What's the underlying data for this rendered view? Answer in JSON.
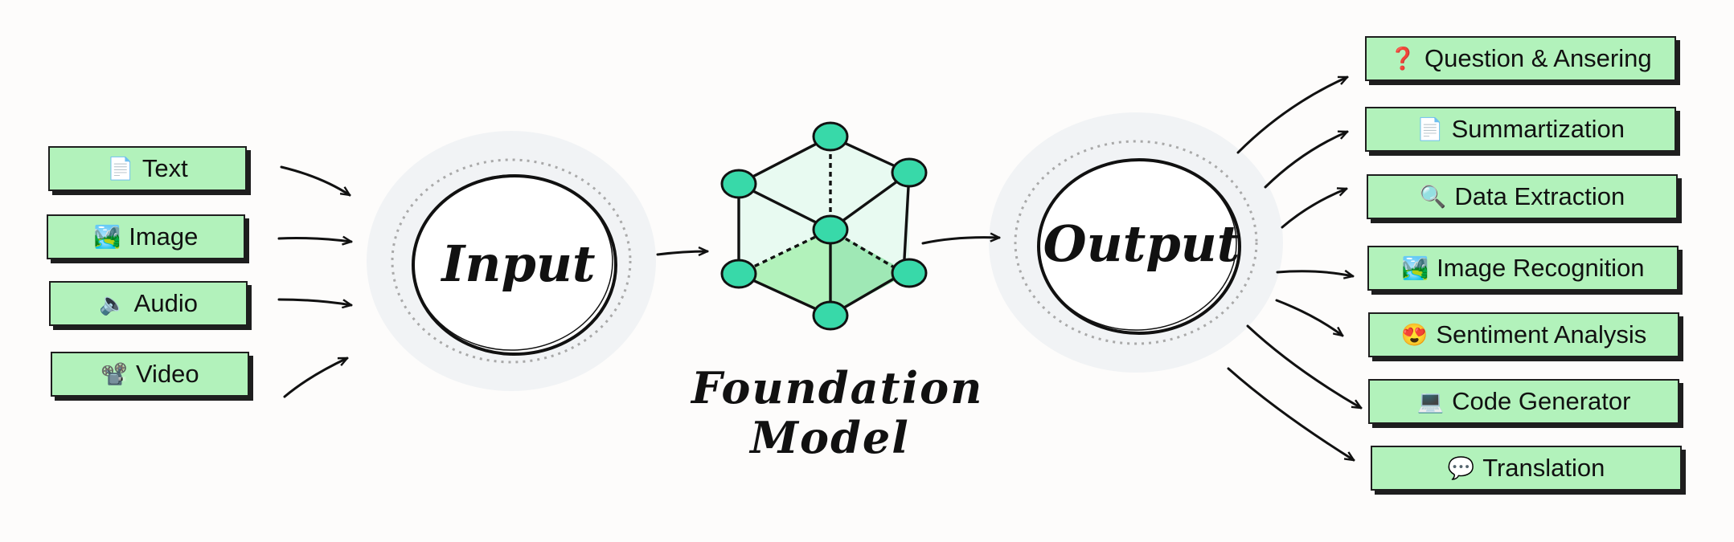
{
  "inputs": [
    {
      "label": "Text",
      "icon": "📄",
      "icon_name": "document-icon"
    },
    {
      "label": "Image",
      "icon": "🏞️",
      "icon_name": "landscape-image-icon"
    },
    {
      "label": "Audio",
      "icon": "🔈",
      "icon_name": "speaker-icon"
    },
    {
      "label": "Video",
      "icon": "📽️",
      "icon_name": "film-projector-icon"
    }
  ],
  "input_label": "Input",
  "output_label": "Output",
  "model": {
    "line1": "Foundation",
    "line2": "Model"
  },
  "outputs": [
    {
      "label": "Question & Ansering",
      "icon": "❓",
      "icon_name": "question-mark-icon"
    },
    {
      "label": "Summartization",
      "icon": "📄",
      "icon_name": "document-icon"
    },
    {
      "label": "Data Extraction",
      "icon": "🔍",
      "icon_name": "magnifier-icon"
    },
    {
      "label": "Image Recognition",
      "icon": "🏞️",
      "icon_name": "landscape-image-icon"
    },
    {
      "label": "Sentiment Analysis",
      "icon": "😍",
      "icon_name": "heart-eyes-face-icon"
    },
    {
      "label": "Code Generator",
      "icon": "💻",
      "icon_name": "laptop-icon"
    },
    {
      "label": "Translation",
      "icon": "💬",
      "icon_name": "speech-bubble-icon"
    }
  ],
  "colors": {
    "box_fill": "#b2f2bb",
    "node_fill": "#38d9a9",
    "halo": "#f1f3f5",
    "stroke": "#1e1e1e"
  }
}
